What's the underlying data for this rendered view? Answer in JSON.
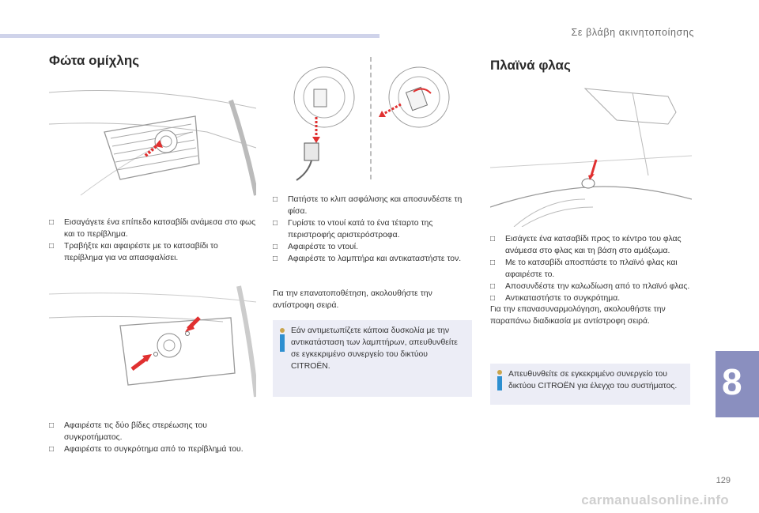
{
  "header": {
    "chapter": "Σε βλάβη ακινητοποίησης"
  },
  "left": {
    "title": "Φώτα ομίχλης",
    "bullets1": [
      "Εισαγάγετε ένα επίπεδο κατσαβίδι ανάμεσα στο φως και το περίβλημα.",
      "Τραβήξτε και αφαιρέστε με το κατσαβίδι το περίβλημα για να απασφαλίσει."
    ],
    "bullets2": [
      "Αφαιρέστε τις δύο βίδες στερέωσης του συγκροτήματος.",
      "Αφαιρέστε το συγκρότημα από το περίβλημά του."
    ]
  },
  "middle": {
    "bullets": [
      "Πατήστε το κλιπ ασφάλισης και αποσυνδέστε τη φίσα.",
      "Γυρίστε το ντουί κατά το ένα τέταρτο της περιστροφής αριστερόστροφα.",
      "Αφαιρέστε το ντουί.",
      "Αφαιρέστε το λαμπτήρα και αντικαταστήστε τον."
    ],
    "refit": "Για την επανατοποθέτηση, ακολουθήστε την αντίστροφη σειρά.",
    "note": "Εάν αντιμετωπίζετε κάποια δυσκολία με την αντικατάσταση των λαμπτήρων, απευθυνθείτε σε εγκεκριμένο συνεργείο του δικτύου CITROËN."
  },
  "right": {
    "title": "Πλαϊνά φλας",
    "bullets": [
      "Εισάγετε ένα κατσαβίδι προς το κέντρο του φλας ανάμεσα στο φλας και τη βάση στο αμάξωμα.",
      "Με το κατσαβίδι αποσπάστε το πλαϊνό φλας και αφαιρέστε το.",
      "Αποσυνδέστε την καλωδίωση από το πλαϊνό φλας.",
      "Αντικαταστήστε το συγκρότημα."
    ],
    "refit": "Για την επανασυναρμολόγηση, ακολουθήστε την παραπάνω διαδικασία με αντίστροφη σειρά.",
    "note": "Απευθυνθείτε σε εγκεκριμένο συνεργείο του δικτύου CITROËN για έλεγχο του συστήματος."
  },
  "tab": {
    "number": "8"
  },
  "footer": {
    "page": "129",
    "watermark": "carmanualsonline.info"
  },
  "icons": {
    "bullet": "checkbox-bullet-icon",
    "info": "info-icon"
  },
  "colors": {
    "accent": "#8a8fbf",
    "arrow": "#e03030",
    "note_bg": "#ecedf6",
    "info_blue": "#2d8fd0",
    "info_dot": "#c9a44d"
  }
}
